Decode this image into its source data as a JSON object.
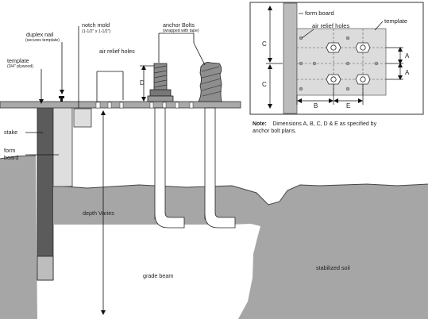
{
  "labels": {
    "duplex_nail": "duplex nail",
    "duplex_nail_sub": "(secures template)",
    "notch_mold": "notch mold",
    "notch_mold_sub": "(1-1/2\" x 1-1/2\")",
    "anchor_bolts": "anchor Bolts",
    "anchor_bolts_sub": "(wrapped with tape)",
    "template": "template",
    "template_sub": "(3/4\" plywood)",
    "air_relief_holes": "air relief holes",
    "dim_d": "D",
    "stake": "stake",
    "form_board_1": "form",
    "form_board_2": "board",
    "depth": "depth Varies",
    "grade_beam": "grade beam",
    "stabilized_soil": "stabilized soil"
  },
  "inset": {
    "form_board": "form board",
    "air_relief_holes": "air relief holes",
    "template": "template",
    "dim_c": "C",
    "dim_a": "A",
    "dim_b": "B",
    "dim_e": "E"
  },
  "note": {
    "label": "Note:",
    "text_line1": "Dimensions A, B, C, D & E as specified by",
    "text_line2": "anchor bolt plans."
  }
}
